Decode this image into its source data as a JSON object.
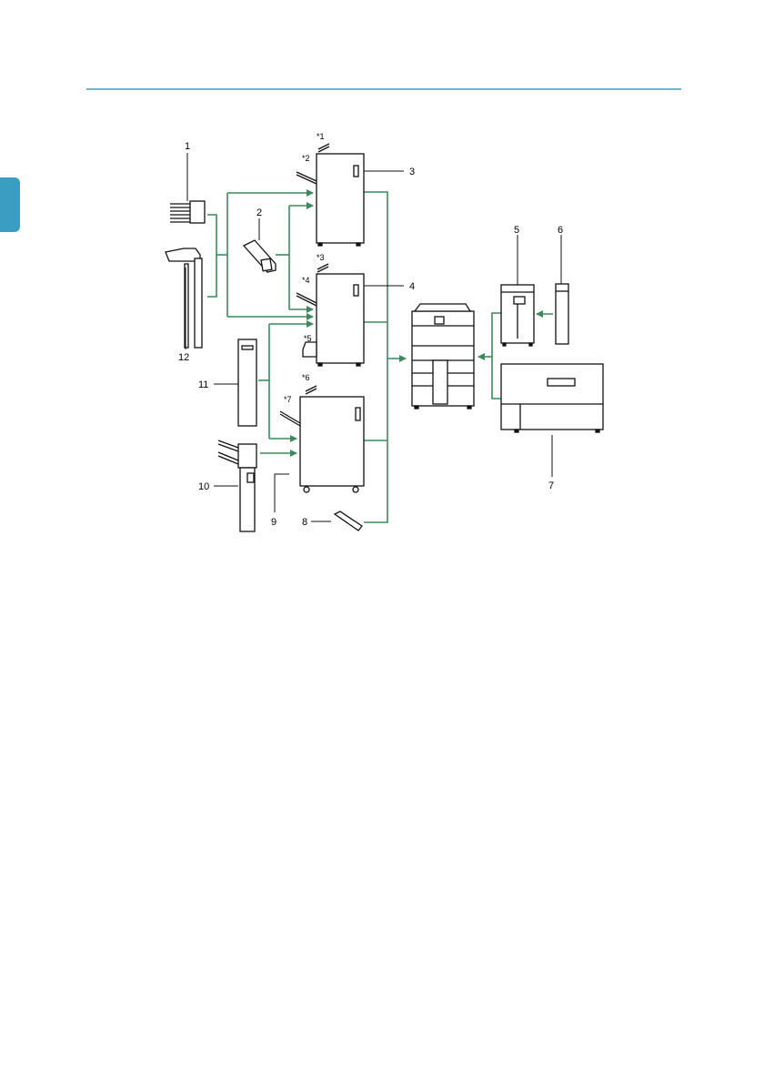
{
  "colors": {
    "arrow": "#3c8a5c",
    "outline": "#111111",
    "header_rule": "#6fb3cc",
    "chapter_tab": "#3a9ec2"
  },
  "callouts": {
    "c1": "1",
    "c2": "2",
    "c3": "3",
    "c4": "4",
    "c5": "5",
    "c6": "6",
    "c7": "7",
    "c8": "8",
    "c9": "9",
    "c10": "10",
    "c11": "11",
    "c12": "12"
  },
  "notes": {
    "n1": "*1",
    "n2": "*2",
    "n3": "*3",
    "n4": "*4",
    "n5": "*5",
    "n6": "*6",
    "n7": "*7"
  }
}
